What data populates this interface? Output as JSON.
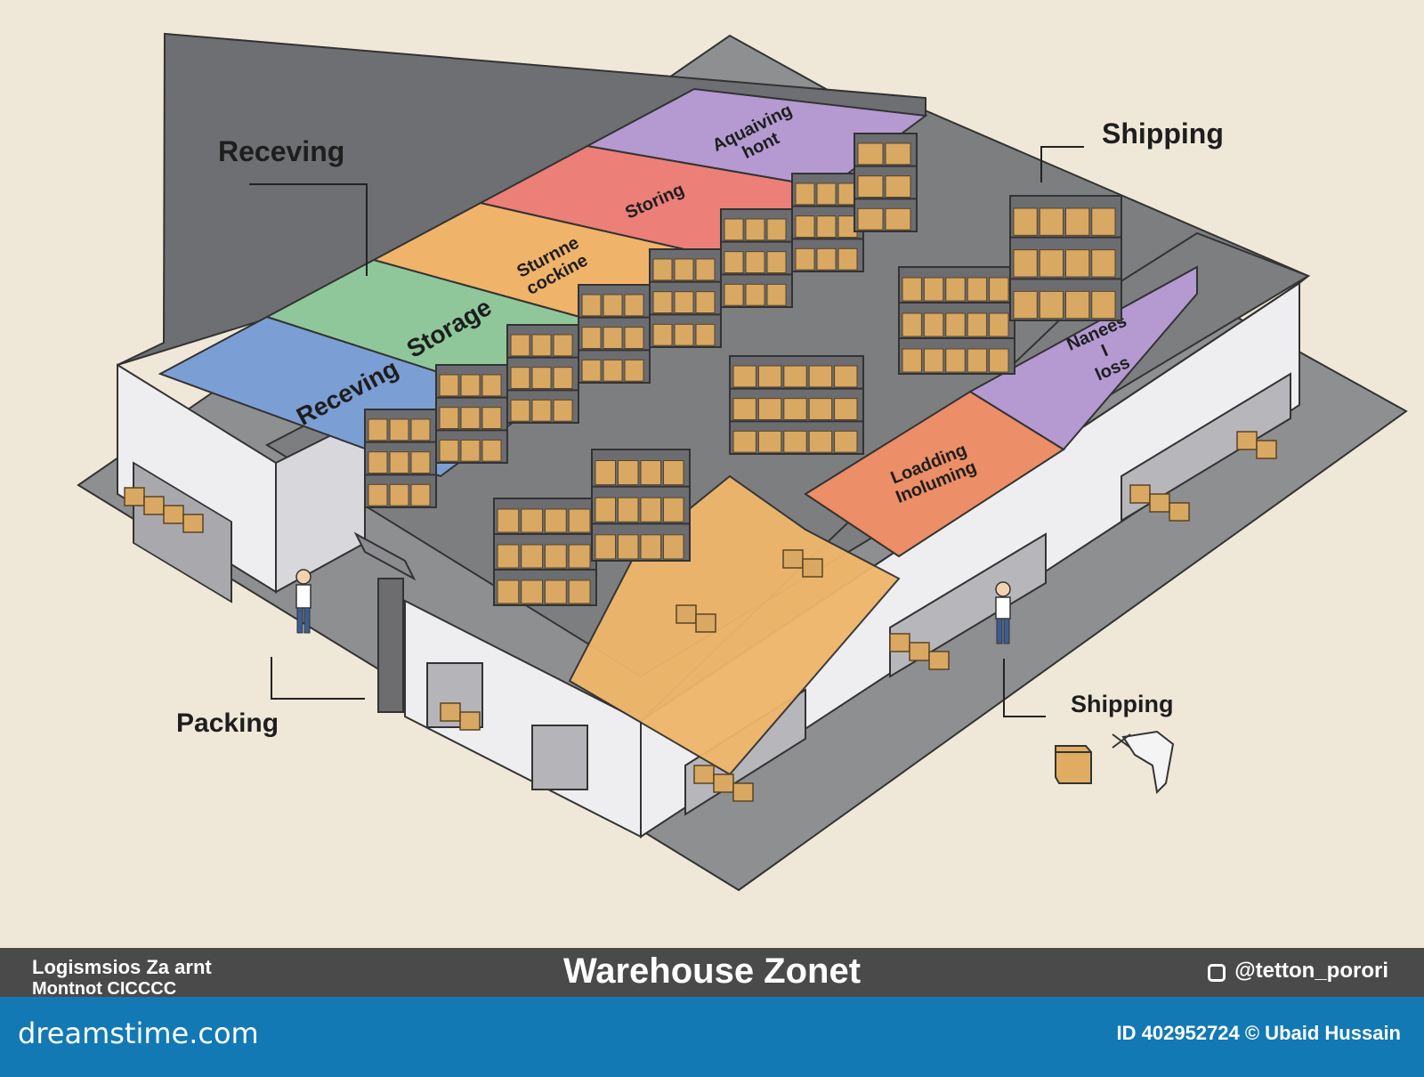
{
  "zones_roof": [
    {
      "label": "Receving",
      "color": "#7b9fd4"
    },
    {
      "label": "Storage",
      "color": "#8fc79a"
    },
    {
      "label": "Sturnne cockine",
      "color": "#f0b36a"
    },
    {
      "label": "Storing",
      "color": "#ec7f78"
    },
    {
      "label": "Aquaiving hont",
      "color": "#b49ad1"
    }
  ],
  "zones_floor": [
    {
      "label": "Nanees I loss",
      "color": "#b49ad1"
    },
    {
      "label": "Loadding Inoluming",
      "color": "#ec8e67"
    }
  ],
  "callouts": {
    "receving": "Receving",
    "shipping_top": "Shipping",
    "packing": "Packing",
    "shipping_bottom": "Shipping"
  },
  "bottom_bar": {
    "left_line1": "Logismsios  Za arnt",
    "left_line2": "Montnot CICCCC",
    "title": "Warehouse Zonet",
    "handle": "@tetton_porori"
  },
  "footer": {
    "site": "dreamstime.com",
    "credit": "ID 402952724 © Ubaid Hussain"
  },
  "colors": {
    "background": "#efe8d8",
    "floor": "#7d7e80",
    "wall": "#eeeef0",
    "box": "#d9a863",
    "footer": "#1279b5"
  }
}
